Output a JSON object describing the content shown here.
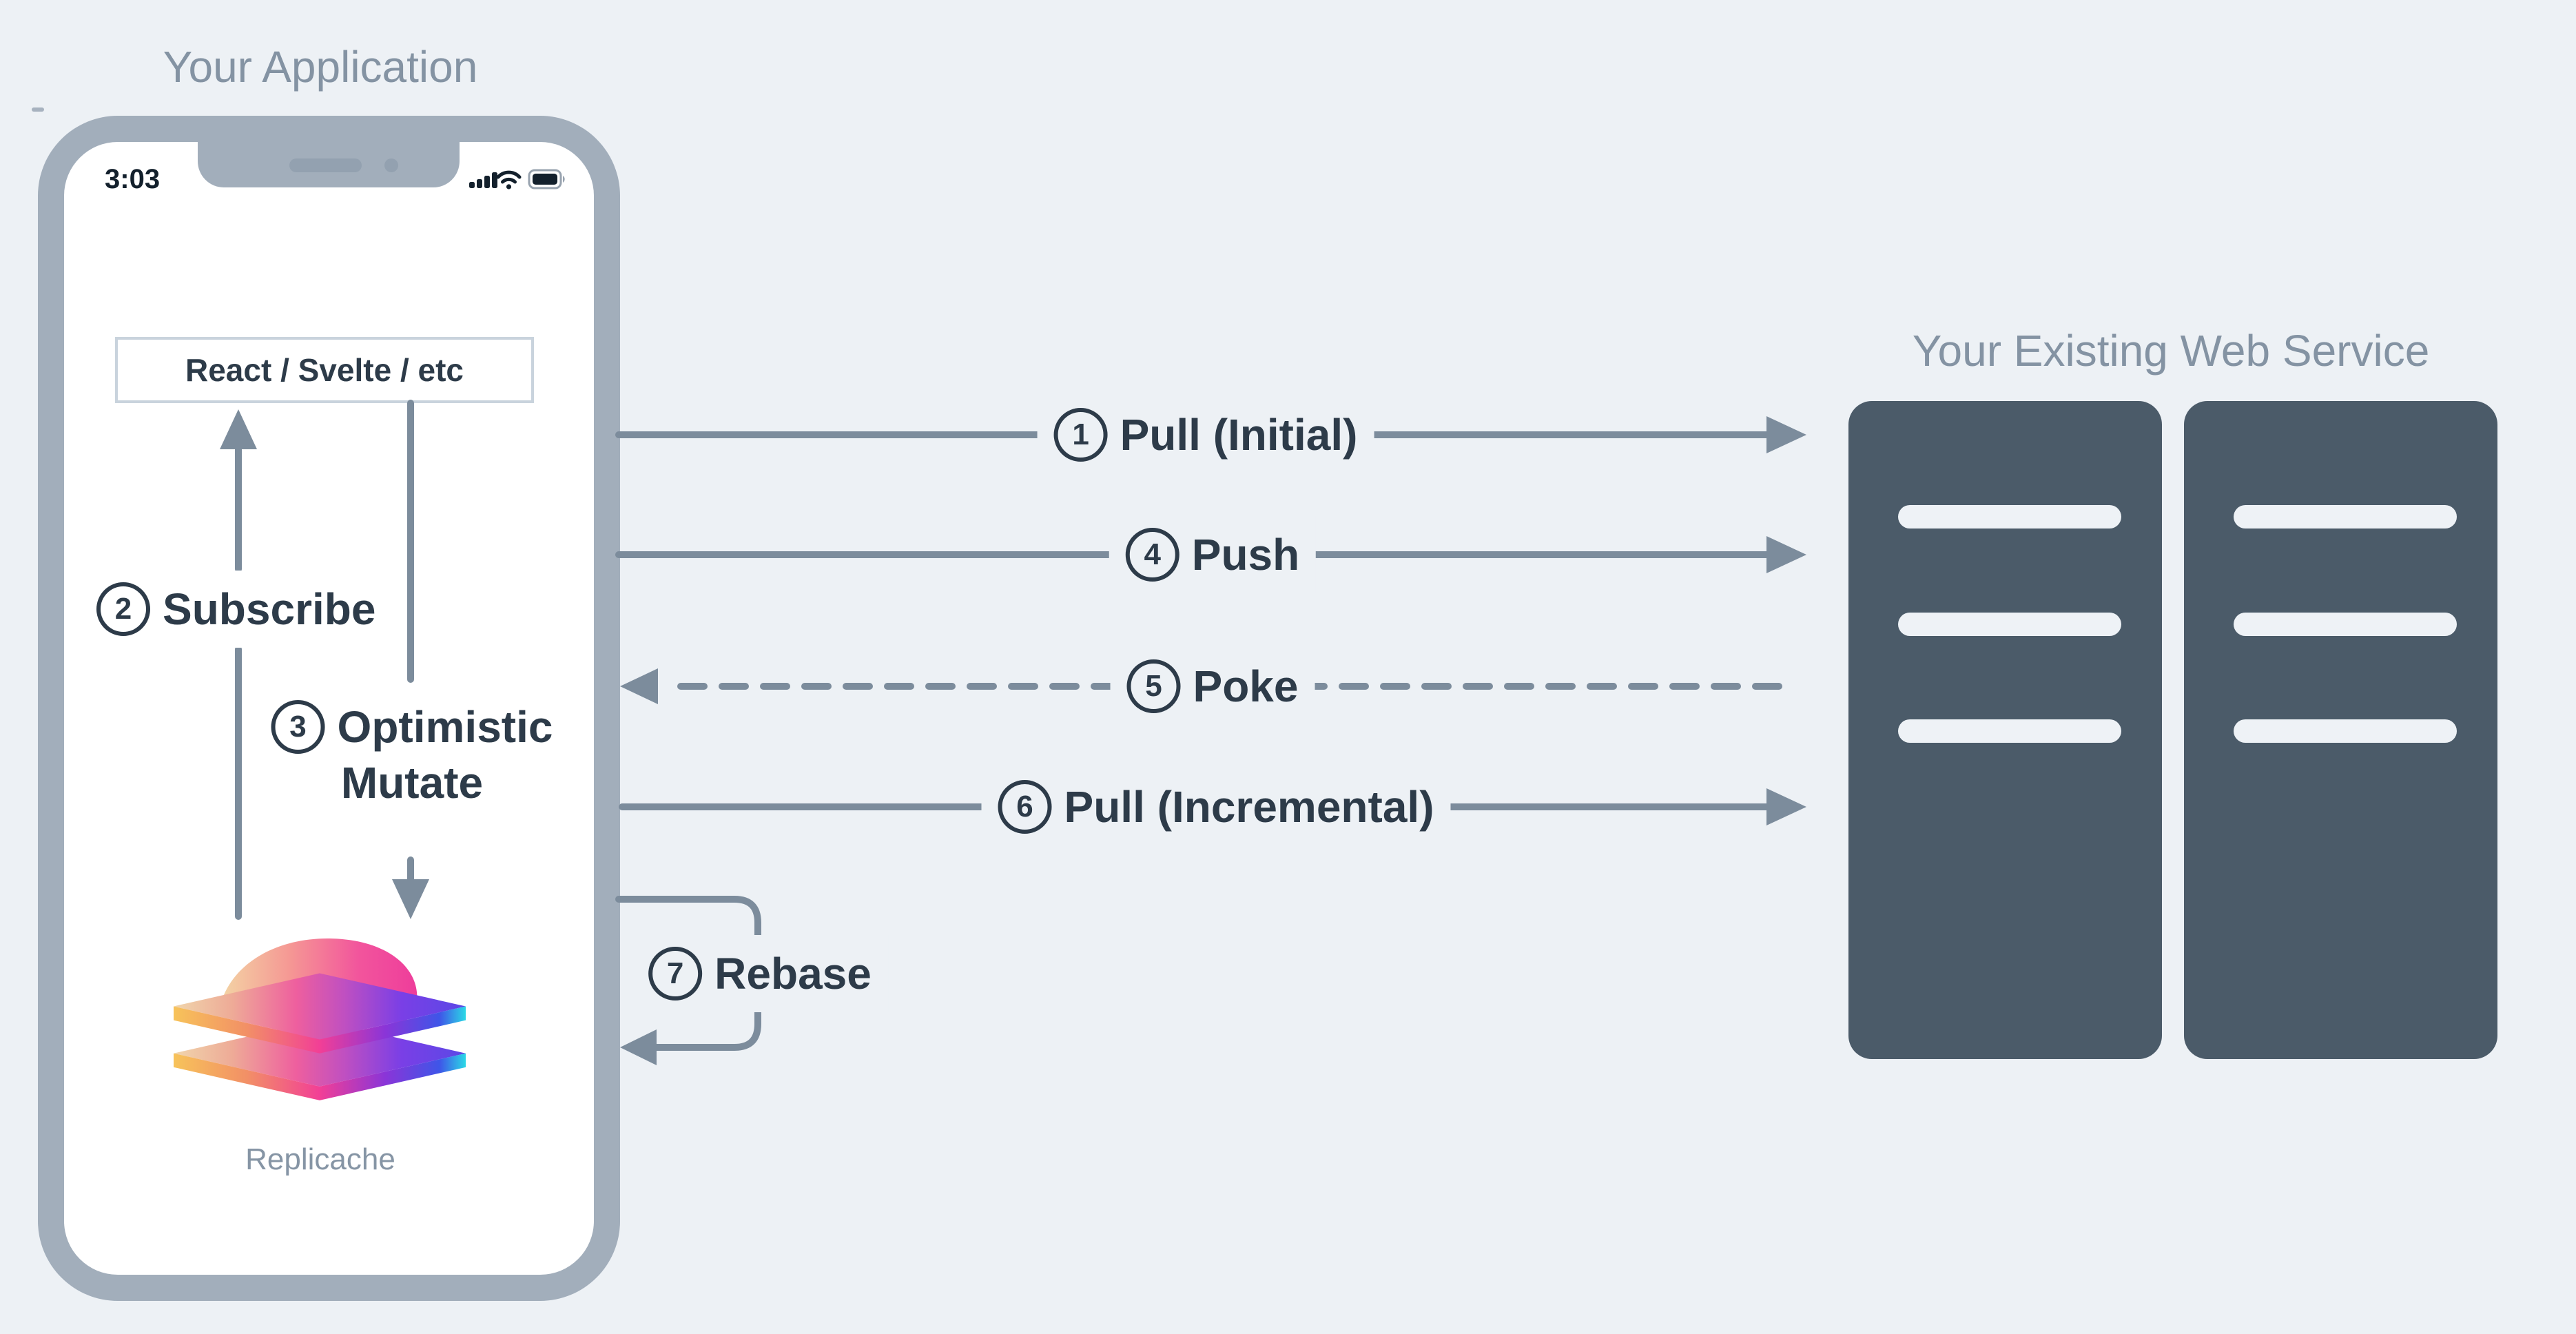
{
  "left_panel": {
    "title": "Your Application",
    "phone": {
      "status_time": "3:03",
      "status_icons": [
        "cellular-signal",
        "wifi",
        "battery"
      ],
      "framework_box_label": "React / Svelte / etc",
      "logo_label": "Replicache"
    },
    "internal_flows": [
      {
        "number": "2",
        "label": "Subscribe",
        "direction": "up"
      },
      {
        "number": "3",
        "label_line1": "Optimistic",
        "label_line2": "Mutate",
        "direction": "down"
      }
    ]
  },
  "flows": [
    {
      "number": "1",
      "label": "Pull (Initial)",
      "line_style": "solid",
      "arrow": "right"
    },
    {
      "number": "4",
      "label": "Push",
      "line_style": "solid",
      "arrow": "right"
    },
    {
      "number": "5",
      "label": "Poke",
      "line_style": "dashed",
      "arrow": "left"
    },
    {
      "number": "6",
      "label": "Pull (Incremental)",
      "line_style": "solid",
      "arrow": "right"
    },
    {
      "number": "7",
      "label": "Rebase",
      "line_style": "loop",
      "arrow": "left"
    }
  ],
  "right_panel": {
    "title": "Your Existing Web Service",
    "server_count": "2"
  },
  "colors": {
    "background": "#edf1f5",
    "phone_frame": "#a2aebb",
    "connector_gray": "#7c8c9c",
    "label_text": "#2d3b49",
    "muted_title": "#8493a3",
    "server_fill": "#4b5b69",
    "logo_pink": "#f0609e",
    "logo_purple": "#7a3fe6",
    "logo_cyan": "#38cfe4",
    "logo_yellow": "#f6c35a"
  }
}
